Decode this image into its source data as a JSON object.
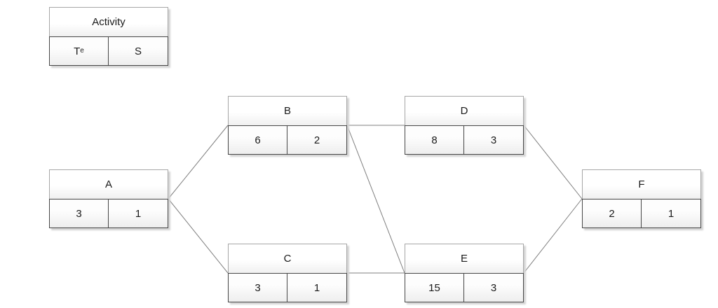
{
  "legend": {
    "title": "Activity",
    "te_main": "T",
    "te_sub": "e",
    "s_label": "S"
  },
  "nodes": {
    "A": {
      "label": "A",
      "te": "3",
      "s": "1"
    },
    "B": {
      "label": "B",
      "te": "6",
      "s": "2"
    },
    "C": {
      "label": "C",
      "te": "3",
      "s": "1"
    },
    "D": {
      "label": "D",
      "te": "8",
      "s": "3"
    },
    "E": {
      "label": "E",
      "te": "15",
      "s": "3"
    },
    "F": {
      "label": "F",
      "te": "2",
      "s": "1"
    }
  },
  "edges": [
    {
      "from": "A",
      "to": "B"
    },
    {
      "from": "A",
      "to": "C"
    },
    {
      "from": "B",
      "to": "D"
    },
    {
      "from": "B",
      "to": "E"
    },
    {
      "from": "C",
      "to": "E"
    },
    {
      "from": "D",
      "to": "F"
    },
    {
      "from": "E",
      "to": "F"
    }
  ],
  "colors": {
    "edge": "#7f7f7f",
    "border_light": "#a6a6a6",
    "border_dark": "#474747"
  }
}
